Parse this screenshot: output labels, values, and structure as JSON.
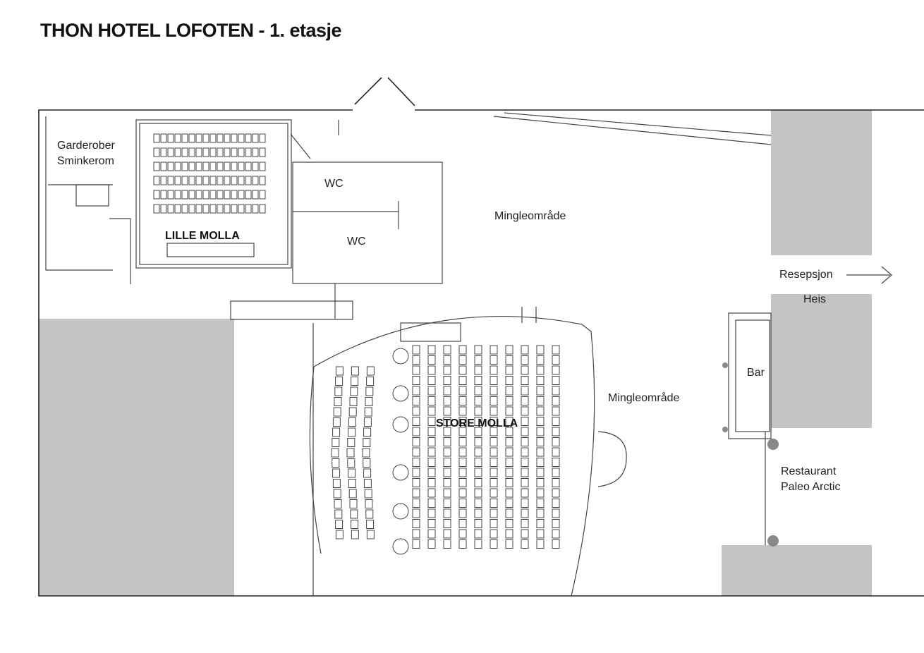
{
  "title": "THON HOTEL LOFOTEN - 1. etasje",
  "labels": {
    "garderober": "Garderober",
    "sminkerom": "Sminkerom",
    "lille_molla": "LILLE MOLLA",
    "wc_1": "WC",
    "wc_2": "WC",
    "mingle_1": "Mingleområde",
    "mingle_2": "Mingleområde",
    "store_molla": "STORE MOLLA",
    "resepsjon": "Resepsjon",
    "heis": "Heis",
    "bar": "Bar",
    "restaurant_1": "Restaurant",
    "restaurant_2": "Paleo Arctic"
  },
  "colors": {
    "wall": "#222222",
    "block": "#c4c4c4",
    "line": "#555555"
  }
}
